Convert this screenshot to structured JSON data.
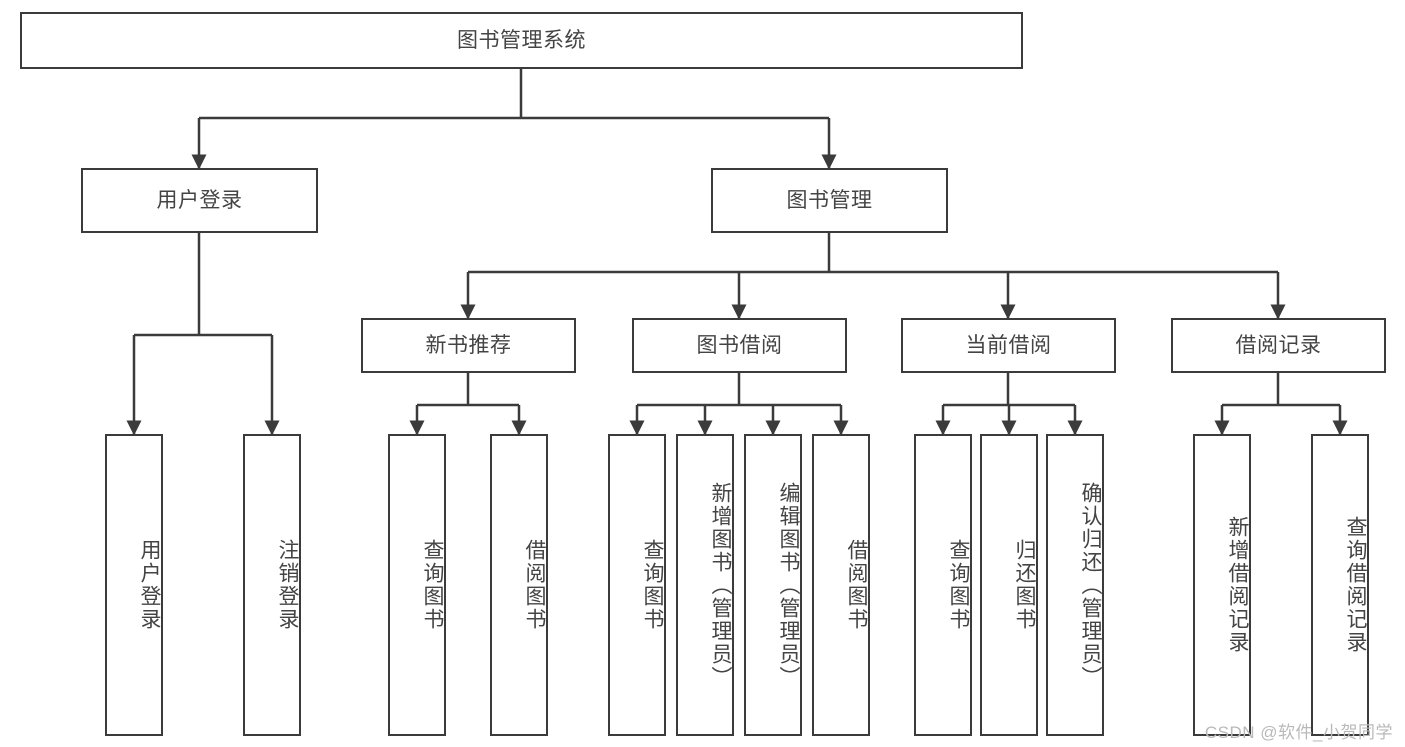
{
  "diagram": {
    "title": "图书管理系统",
    "type": "tree",
    "stroke_color": "#3b3b3b",
    "text_color": "#444444",
    "background_color": "#ffffff",
    "watermark": "CSDN @软件_小贺同学",
    "nodes": {
      "root": {
        "label": "图书管理系统"
      },
      "level2": [
        {
          "id": "user-login",
          "label": "用户登录"
        },
        {
          "id": "book-manage",
          "label": "图书管理"
        }
      ],
      "level3": [
        {
          "id": "new-book-recommend",
          "label": "新书推荐"
        },
        {
          "id": "book-borrow",
          "label": "图书借阅"
        },
        {
          "id": "current-borrow",
          "label": "当前借阅"
        },
        {
          "id": "borrow-record",
          "label": "借阅记录"
        }
      ],
      "leaves": {
        "user-login": [
          {
            "id": "leaf-user-login",
            "label": "用户登录"
          },
          {
            "id": "leaf-logout",
            "label": "注销登录"
          }
        ],
        "new-book-recommend": [
          {
            "id": "leaf-query-book-1",
            "label": "查询图书"
          },
          {
            "id": "leaf-borrow-book-1",
            "label": "借阅图书"
          }
        ],
        "book-borrow": [
          {
            "id": "leaf-query-book-2",
            "label": "查询图书"
          },
          {
            "id": "leaf-add-book",
            "label": "新增图书（管理员）"
          },
          {
            "id": "leaf-edit-book",
            "label": "编辑图书（管理员）"
          },
          {
            "id": "leaf-borrow-book-2",
            "label": "借阅图书"
          }
        ],
        "current-borrow": [
          {
            "id": "leaf-query-book-3",
            "label": "查询图书"
          },
          {
            "id": "leaf-return-book",
            "label": "归还图书"
          },
          {
            "id": "leaf-confirm-return",
            "label": "确认归还（管理员）"
          }
        ],
        "borrow-record": [
          {
            "id": "leaf-add-record",
            "label": "新增借阅记录"
          },
          {
            "id": "leaf-query-record",
            "label": "查询借阅记录"
          }
        ]
      }
    }
  }
}
